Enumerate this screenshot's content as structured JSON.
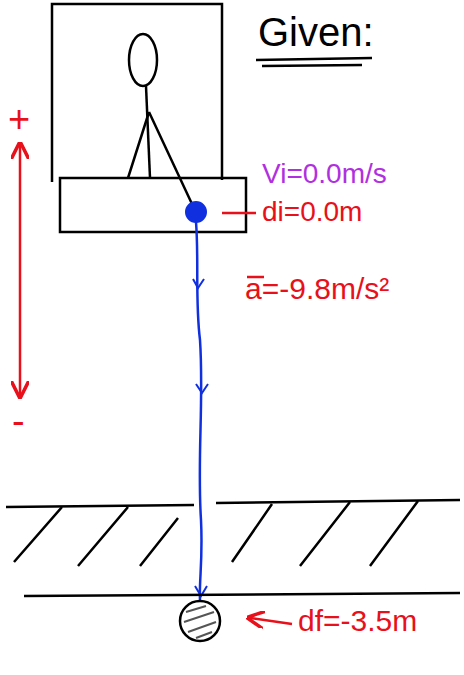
{
  "diagram": {
    "labels": [
      "Given:",
      "+",
      "-",
      "Vi=0.0m/s",
      "di=0.0m",
      "a=-9.8m/s²",
      "df=-3.5m"
    ]
  }
}
